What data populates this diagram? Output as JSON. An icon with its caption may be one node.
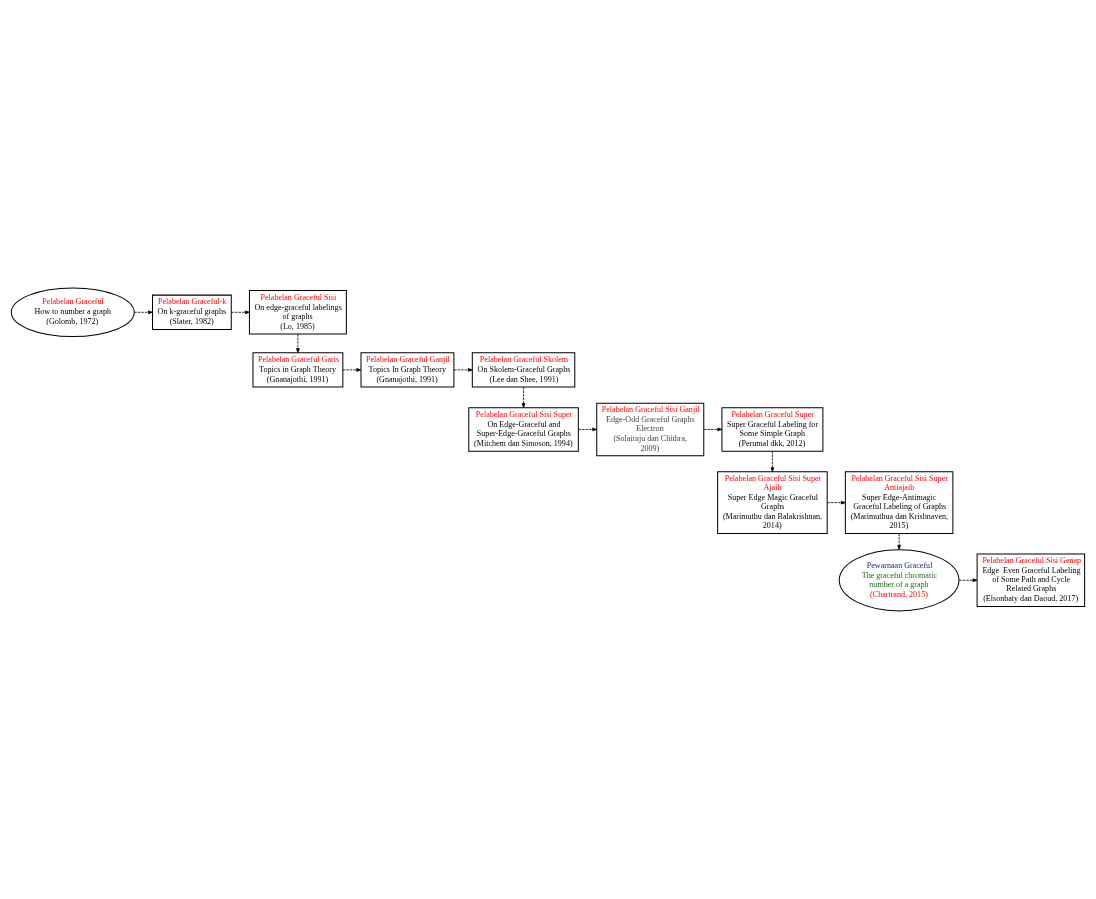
{
  "diagram": {
    "nodes": [
      {
        "text": [
          "Pelabelan Graceful",
          "How to number a graph",
          "(Golomb, 1972)"
        ]
      },
      {
        "text": [
          "Pelabelan Graceful-k",
          "On k-graceful graphs",
          "(Slater, 1982)"
        ]
      },
      {
        "text": [
          "Pelabelan Graceful Sisi",
          "On edge-graceful labelings of graphs",
          "(Lo, 1985)"
        ]
      },
      {
        "text": [
          "Pelabelan Graceful Garis",
          "Topics in Graph Theory",
          "(Gnanajothi, 1991)"
        ]
      },
      {
        "text": [
          "Pelabelan Graceful Ganjil",
          "Topics In Graph Theory",
          "(Gnanajothi, 1991)"
        ]
      },
      {
        "text": [
          "Pelabelan Graceful Skolem",
          "On Skolem-Graceful Graphs",
          "(Lee dan Shee, 1991)"
        ]
      },
      {
        "text": [
          "Pelabelan Graceful Sisi Super",
          "On Edge-Graceful and Super-Edge-Graceful Graphs",
          "(Mitchem dan Simoson, 1994)"
        ]
      },
      {
        "text": [
          "Pelabelan Graceful Sisi Ganjil",
          "Edge-Odd Graceful Graphs Electron",
          "(Solairaju dan Chithra, 2009)"
        ]
      },
      {
        "text": [
          "Pelabelan Graceful Super",
          "Super Graceful Labeling for Some Simple Graph",
          "(Perumal dkk, 2012)"
        ]
      },
      {
        "text": [
          "Pelabelan Graceful Sisi Super Ajaib",
          "Super Edge Magic Graceful Graphs",
          "(Marimuthu dan Balakrishnan, 2014)"
        ]
      },
      {
        "text": [
          "Pelabelan Graceful Sisi Super Antiajaib",
          "Super Edge-Antimagic Graceful Labeling of Graphs",
          "(Marimuthua dan Krishnaven, 2015)"
        ]
      },
      {
        "text": [
          "Pewarnaan Graceful",
          "The graceful chromatic number of a graph",
          "(Chartrand, 2015)"
        ]
      },
      {
        "text": [
          "Pelabelan Graceful Sisi Genap",
          "Edge  Even Graceful Labeling of Some Path and Cycle Related Graphs",
          "(Elsonbaty dan Daoud, 2017)"
        ]
      }
    ],
    "edges": [
      {
        "from": 0,
        "to": 1,
        "arrow": "to",
        "style": "dashed"
      },
      {
        "from": 1,
        "to": 2,
        "arrow": "to",
        "style": "dashed"
      },
      {
        "from": 2,
        "to": 3,
        "arrow": "to",
        "style": "dashed"
      },
      {
        "from": 3,
        "to": 4,
        "arrow": "to",
        "style": "dashed"
      },
      {
        "from": 4,
        "to": 5,
        "arrow": "to",
        "style": "dashed"
      },
      {
        "from": 5,
        "to": 6,
        "arrow": "to",
        "style": "dashed"
      },
      {
        "from": 6,
        "to": 7,
        "arrow": "to",
        "style": "dashed"
      },
      {
        "from": 7,
        "to": 8,
        "arrow": "to",
        "style": "dashed"
      },
      {
        "from": 8,
        "to": 9,
        "arrow": "to",
        "style": "dashed"
      },
      {
        "from": 9,
        "to": 10,
        "arrow": "to",
        "style": "dashed"
      },
      {
        "from": 10,
        "to": 11,
        "arrow": "to",
        "style": "dashed"
      },
      {
        "from": 11,
        "to": 12,
        "arrow": "to",
        "style": "dashed"
      }
    ]
  }
}
